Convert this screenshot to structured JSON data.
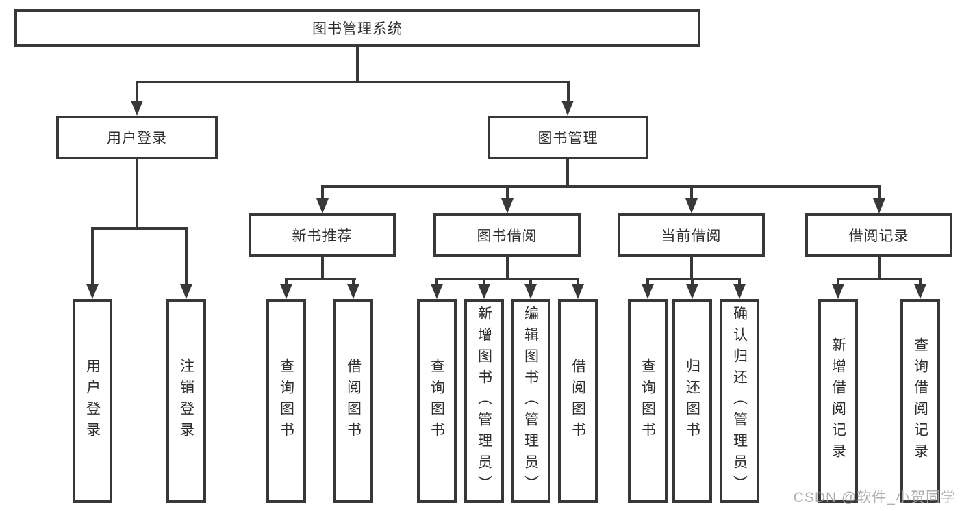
{
  "watermark": {
    "text": "CSDN @软件_小贺同学"
  },
  "colors": {
    "line": "#383838",
    "box_border": "#383838",
    "text": "#2e2e2e",
    "background": "#ffffff",
    "watermark": "#a5a5a5"
  },
  "tree": {
    "root": {
      "label": "图书管理系统"
    },
    "user_login": {
      "label": "用户登录",
      "children": {
        "login": {
          "label": "用户登录"
        },
        "logout": {
          "label": "注销登录"
        }
      }
    },
    "book_mgmt": {
      "label": "图书管理",
      "children": {
        "new_books": {
          "label": "新书推荐",
          "children": {
            "query_books": {
              "label": "查询图书"
            },
            "borrow_books": {
              "label": "借阅图书"
            }
          }
        },
        "book_borrow": {
          "label": "图书借阅",
          "children": {
            "query_books": {
              "label": "查询图书"
            },
            "add_books": {
              "label": "新增图书（管理员）"
            },
            "edit_books": {
              "label": "编辑图书（管理员）"
            },
            "borrow_books": {
              "label": "借阅图书"
            }
          }
        },
        "current_borrow": {
          "label": "当前借阅",
          "children": {
            "query_books": {
              "label": "查询图书"
            },
            "return_books": {
              "label": "归还图书"
            },
            "confirm_return": {
              "label": "确认归还（管理员）"
            }
          }
        },
        "borrow_records": {
          "label": "借阅记录",
          "children": {
            "add_record": {
              "label": "新增借阅记录"
            },
            "query_record": {
              "label": "查询借阅记录"
            }
          }
        }
      }
    }
  }
}
